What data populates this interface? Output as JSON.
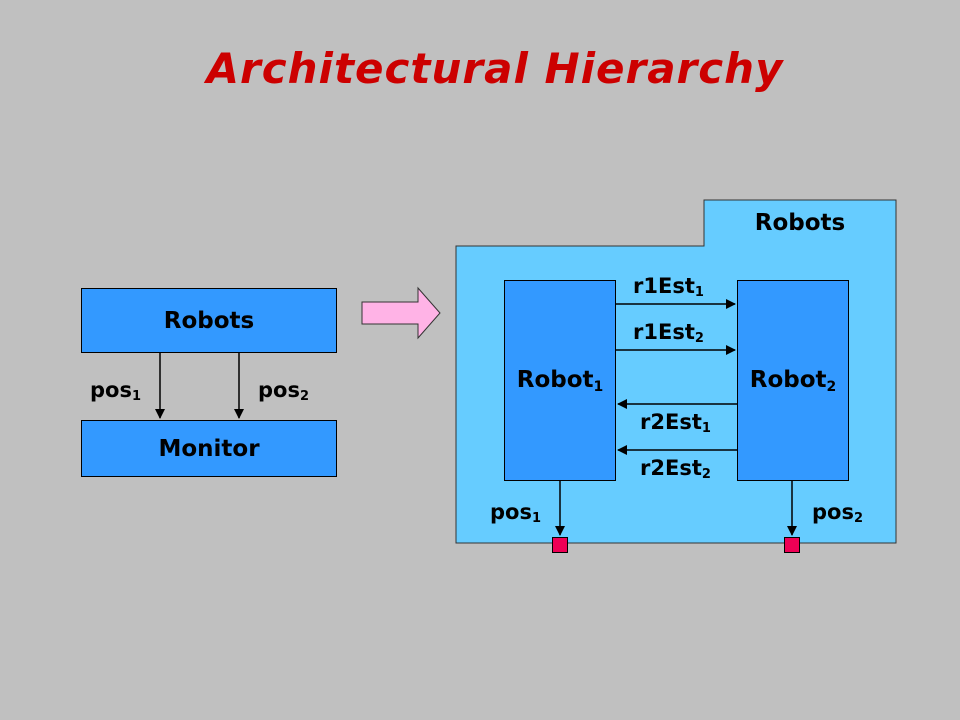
{
  "title": "Architectural Hierarchy",
  "left": {
    "robots_box": "Robots",
    "monitor_box": "Monitor",
    "pos1": {
      "base": "pos",
      "sub": "1"
    },
    "pos2": {
      "base": "pos",
      "sub": "2"
    }
  },
  "right": {
    "container_tab": "Robots",
    "robot1": {
      "base": "Robot",
      "sub": "1"
    },
    "robot2": {
      "base": "Robot",
      "sub": "2"
    },
    "r1Est1": {
      "base": "r1Est",
      "sub": "1"
    },
    "r1Est2": {
      "base": "r1Est",
      "sub": "2"
    },
    "r2Est1": {
      "base": "r2Est",
      "sub": "1"
    },
    "r2Est2": {
      "base": "r2Est",
      "sub": "2"
    },
    "pos1": {
      "base": "pos",
      "sub": "1"
    },
    "pos2": {
      "base": "pos",
      "sub": "2"
    }
  },
  "colors": {
    "background": "#c0c0c0",
    "title": "#cc0000",
    "box": "#3399ff",
    "container": "#66ccff",
    "port": "#ee0055",
    "refine_arrow": "#ffb3e6"
  }
}
